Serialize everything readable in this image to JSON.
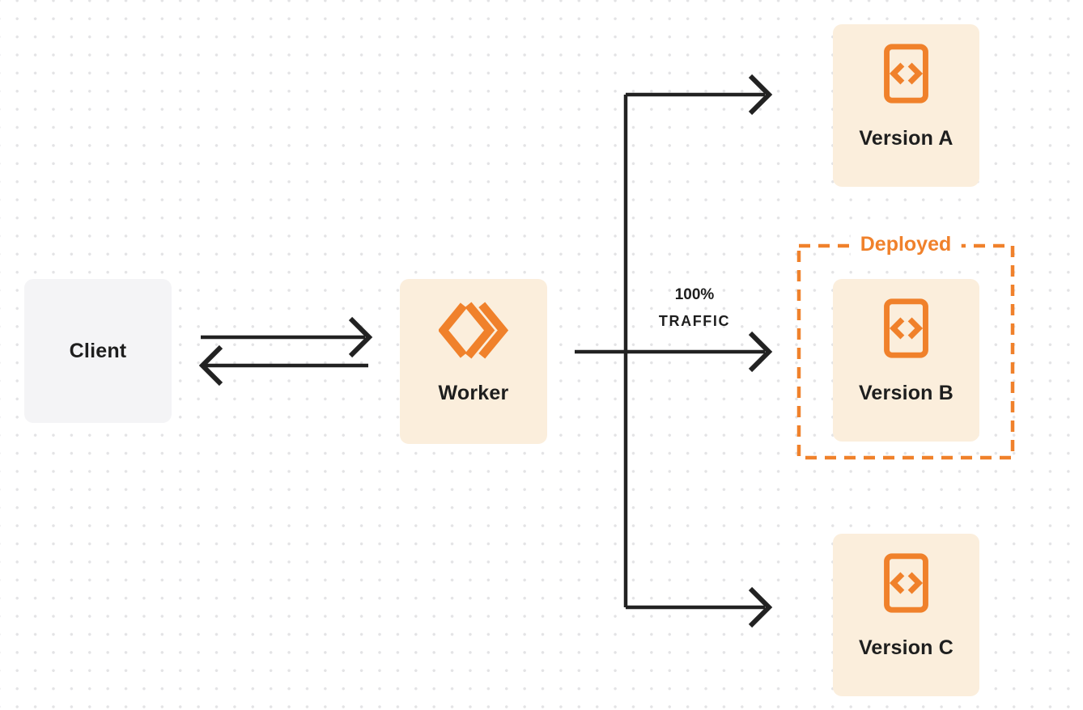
{
  "diagram": {
    "client": {
      "label": "Client"
    },
    "worker": {
      "label": "Worker",
      "icon": "workers-logo-icon"
    },
    "traffic": {
      "line1": "100%",
      "line2": "TRAFFIC"
    },
    "deployed": {
      "label": "Deployed"
    },
    "versions": [
      {
        "label": "Version A",
        "icon": "code-file-icon",
        "deployed": false
      },
      {
        "label": "Version B",
        "icon": "code-file-icon",
        "deployed": true
      },
      {
        "label": "Version C",
        "icon": "code-file-icon",
        "deployed": false
      }
    ],
    "colors": {
      "accent_orange": "#F0812B",
      "cream_box": "#FBEEDC",
      "gray_box": "#F4F4F6",
      "ink": "#222222"
    }
  }
}
